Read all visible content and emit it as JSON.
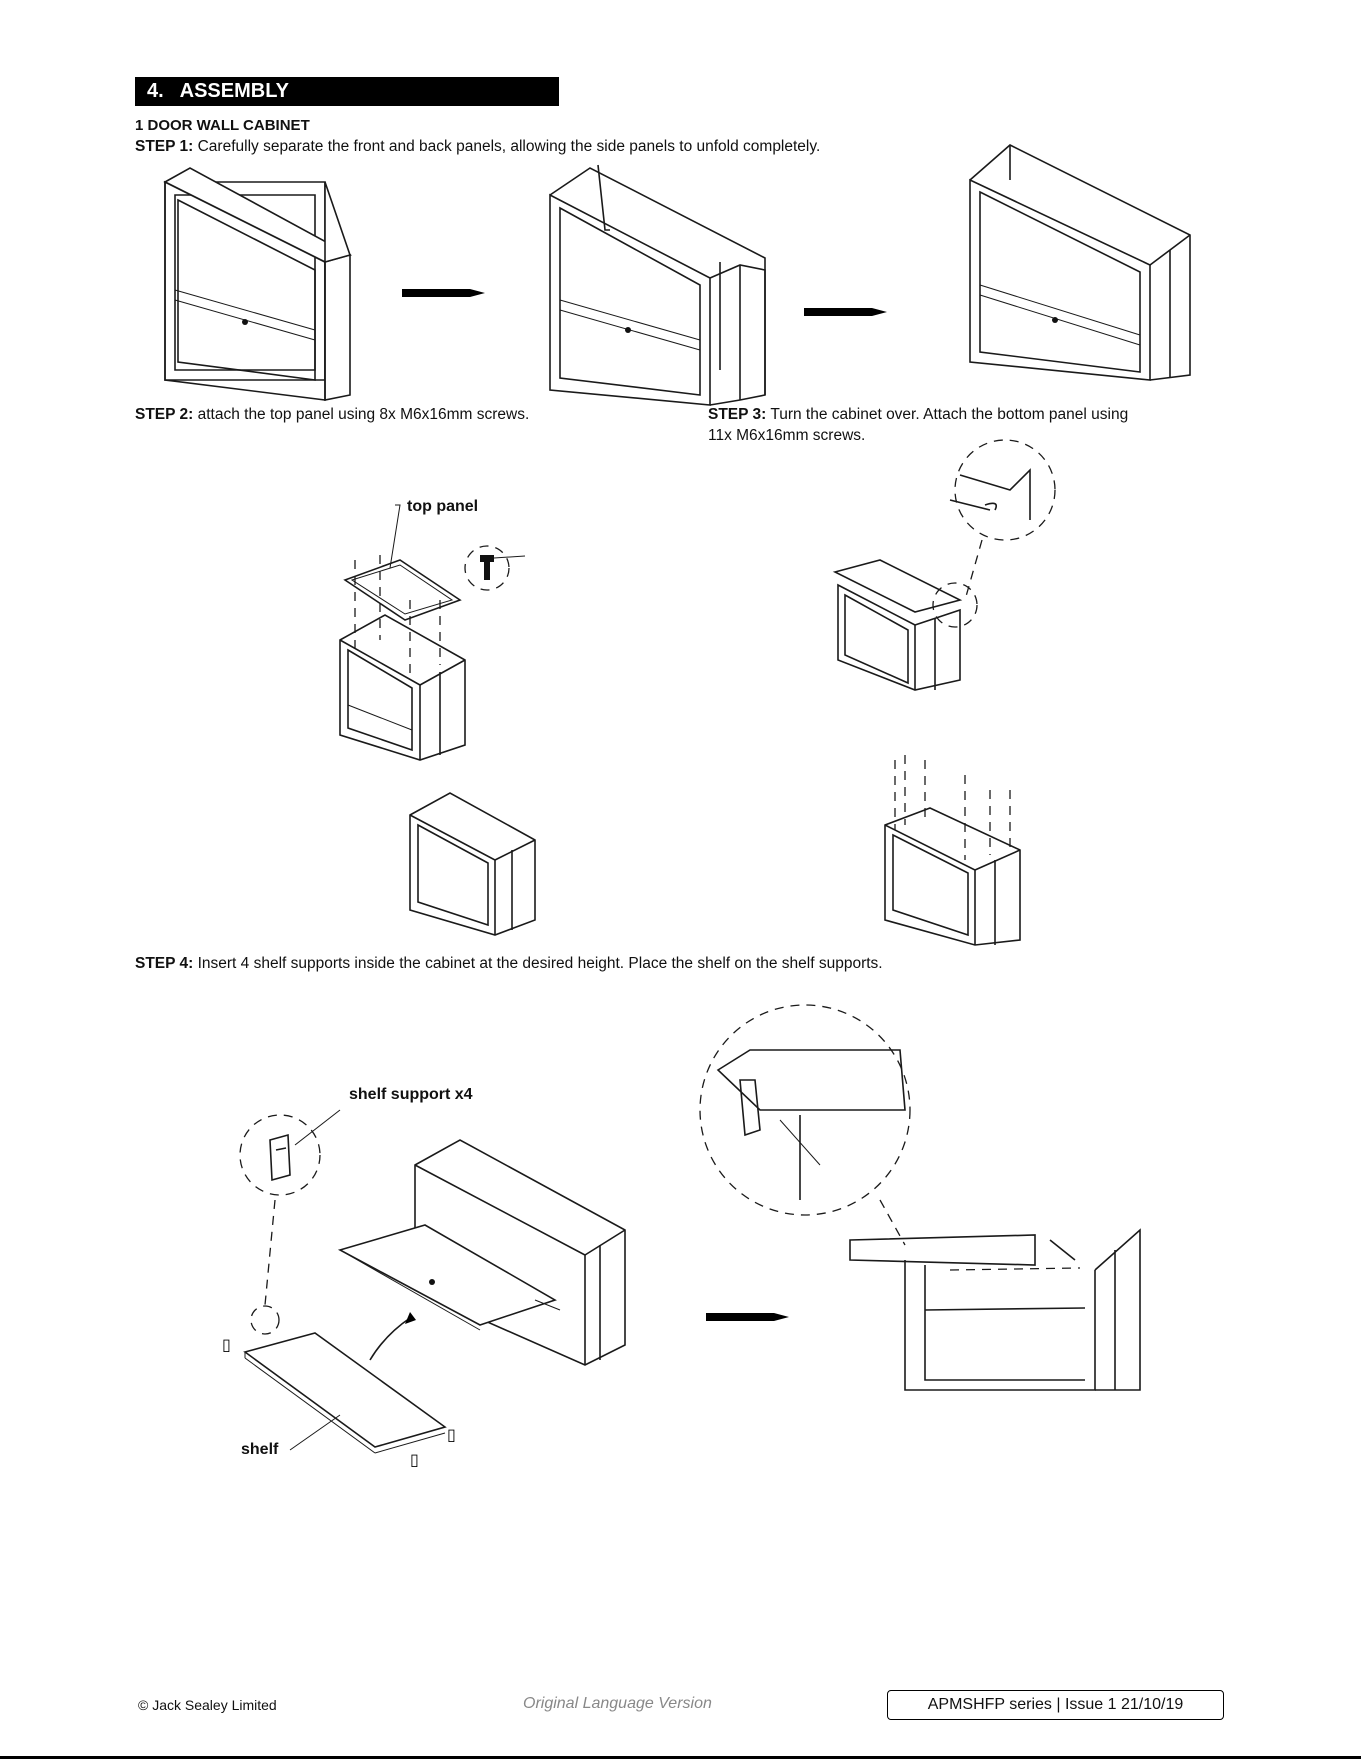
{
  "section": {
    "number": "4.",
    "title": "ASSEMBLY"
  },
  "subheading": "1 DOOR WALL CABINET",
  "steps": [
    {
      "label": "STEP 1:",
      "text": " Carefully separate the front and back panels, allowing the side panels to unfold completely."
    },
    {
      "label": "STEP 2:",
      "text": " attach the top panel using 8x M6x16mm screws."
    },
    {
      "label": "STEP 3:",
      "text": " Turn the cabinet over. Attach the bottom panel using",
      "text2": "11x M6x16mm screws."
    },
    {
      "label": "STEP 4:",
      "text": " Insert 4 shelf supports inside the cabinet at the desired height. Place the shelf on the shelf supports."
    }
  ],
  "callouts": {
    "top_panel": "top panel",
    "shelf_support": "shelf support x4",
    "shelf": "shelf"
  },
  "footer": {
    "copyright": "© Jack Sealey Limited",
    "version": "Original Language Version",
    "series": "APMSHFP series | Issue 1   21/10/19"
  }
}
